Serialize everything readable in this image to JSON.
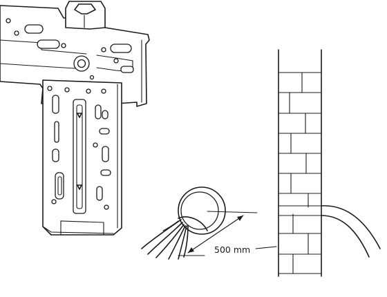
{
  "figure": {
    "dimension_label": "500 mm",
    "parts": [
      "mounting-plate",
      "wall-sleeve-with-pipes",
      "brick-wall-with-pipe"
    ]
  }
}
